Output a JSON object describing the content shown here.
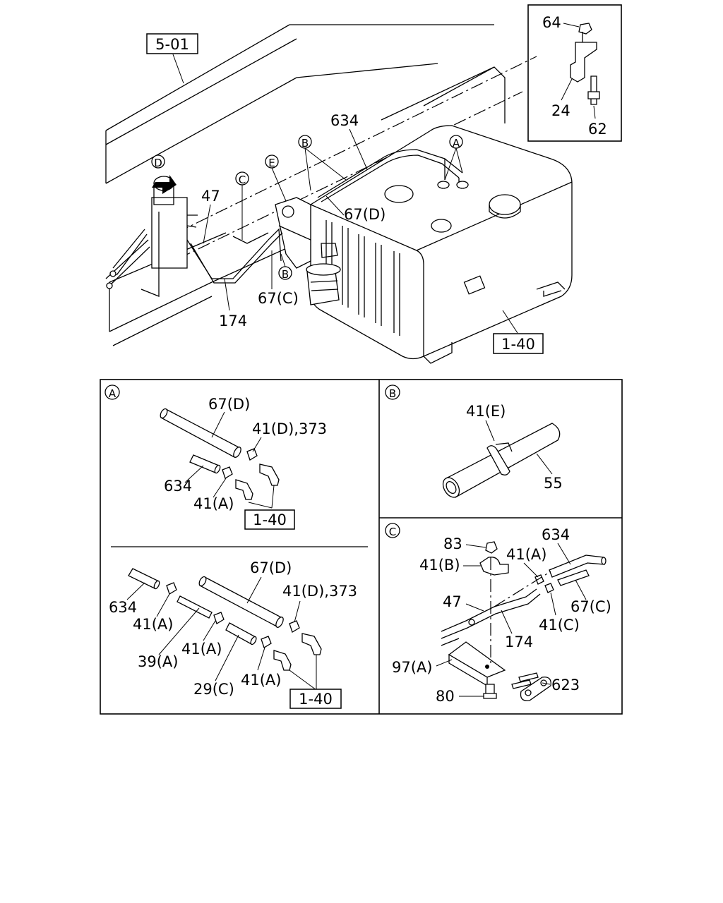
{
  "labels": {
    "ref_5_01": "5-01",
    "ref_1_40_main": "1-40",
    "ref_1_40_a1": "1-40",
    "ref_1_40_a2": "1-40",
    "p634_main": "634",
    "p47_main": "47",
    "p67d_main": "67(D)",
    "p67c_main": "67(C)",
    "p174_main": "174",
    "p64": "64",
    "p24": "24",
    "p62": "62",
    "a1_67d": "67(D)",
    "a1_41d373": "41(D),373",
    "a1_634": "634",
    "a1_41a": "41(A)",
    "a2_67d": "67(D)",
    "a2_41d373": "41(D),373",
    "a2_634": "634",
    "a2_41a_1": "41(A)",
    "a2_39a": "39(A)",
    "a2_41a_2": "41(A)",
    "a2_29c": "29(C)",
    "a2_41a_3": "41(A)",
    "b_41e": "41(E)",
    "b_55": "55",
    "c_83": "83",
    "c_41a": "41(A)",
    "c_634": "634",
    "c_41b": "41(B)",
    "c_47": "47",
    "c_67c": "67(C)",
    "c_41c": "41(C)",
    "c_174": "174",
    "c_97a": "97(A)",
    "c_623": "623",
    "c_80": "80"
  },
  "callouts": {
    "main_a": "A",
    "main_b1": "B",
    "main_b2": "B",
    "main_c": "C",
    "main_d": "D",
    "main_e": "E",
    "panel_a": "A",
    "panel_b": "B",
    "panel_c": "C"
  }
}
